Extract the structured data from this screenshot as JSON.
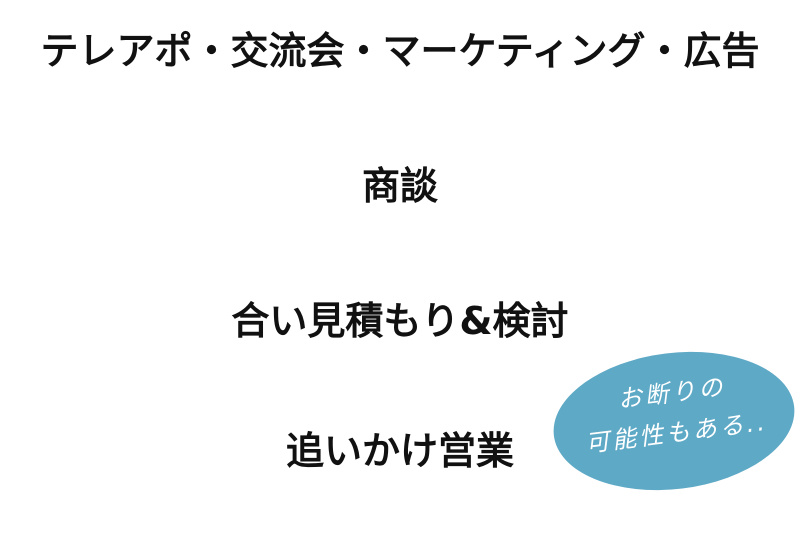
{
  "steps": [
    {
      "label": "テレアポ・交流会・マーケティング・広告"
    },
    {
      "label": "商談"
    },
    {
      "label": "合い見積もり&検討"
    },
    {
      "label": "追いかけ営業"
    }
  ],
  "note": {
    "line1": "お断りの",
    "line2": "可能性もある..",
    "bubble_color": "#5ea9c6",
    "text_color": "#ffffff"
  }
}
